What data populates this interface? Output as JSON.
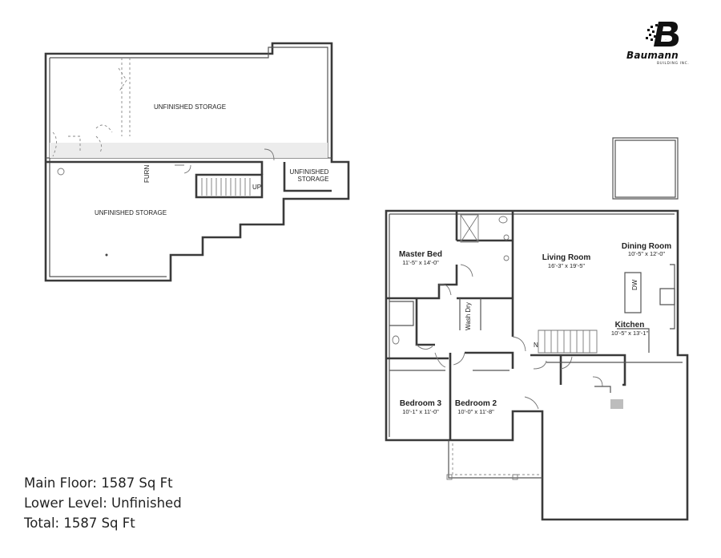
{
  "brand": {
    "name": "Baumann",
    "subtitle": "BUILDING INC.",
    "letter": "B"
  },
  "lower_level": {
    "rooms": [
      {
        "label": "UNFINISHED STORAGE"
      },
      {
        "label": "UNFINISHED STORAGE"
      },
      {
        "label": "UNFINISHED\nSTORAGE"
      }
    ],
    "unfinished_storage_top": "UNFINISHED STORAGE",
    "unfinished_storage_bottom": "UNFINISHED STORAGE",
    "unfinished_storage_small_1": "UNFINISHED",
    "unfinished_storage_small_2": "STORAGE",
    "furn": "FURN",
    "up": "UP"
  },
  "main_floor": {
    "master_bed": {
      "name": "Master Bed",
      "dim": "11'-5\" x 14'-0\""
    },
    "living_room": {
      "name": "Living Room",
      "dim": "16'-3\" x 19'-5\""
    },
    "dining_room": {
      "name": "Dining Room",
      "dim": "10'-5\" x 12'-0\""
    },
    "kitchen": {
      "name": "Kitchen",
      "dim": "10'-5\" x 13'-1\""
    },
    "bedroom_3": {
      "name": "Bedroom 3",
      "dim": "10'-1\" x 11'-0\""
    },
    "bedroom_2": {
      "name": "Bedroom 2",
      "dim": "10'-0\" x 11'-8\""
    },
    "wash_dry": "Wash Dry",
    "dw": "DW",
    "n": "N"
  },
  "stats": {
    "main_floor": "Main Floor: 1587 Sq Ft",
    "lower_level": "Lower Level: Unfinished",
    "total": "Total: 1587 Sq Ft"
  }
}
